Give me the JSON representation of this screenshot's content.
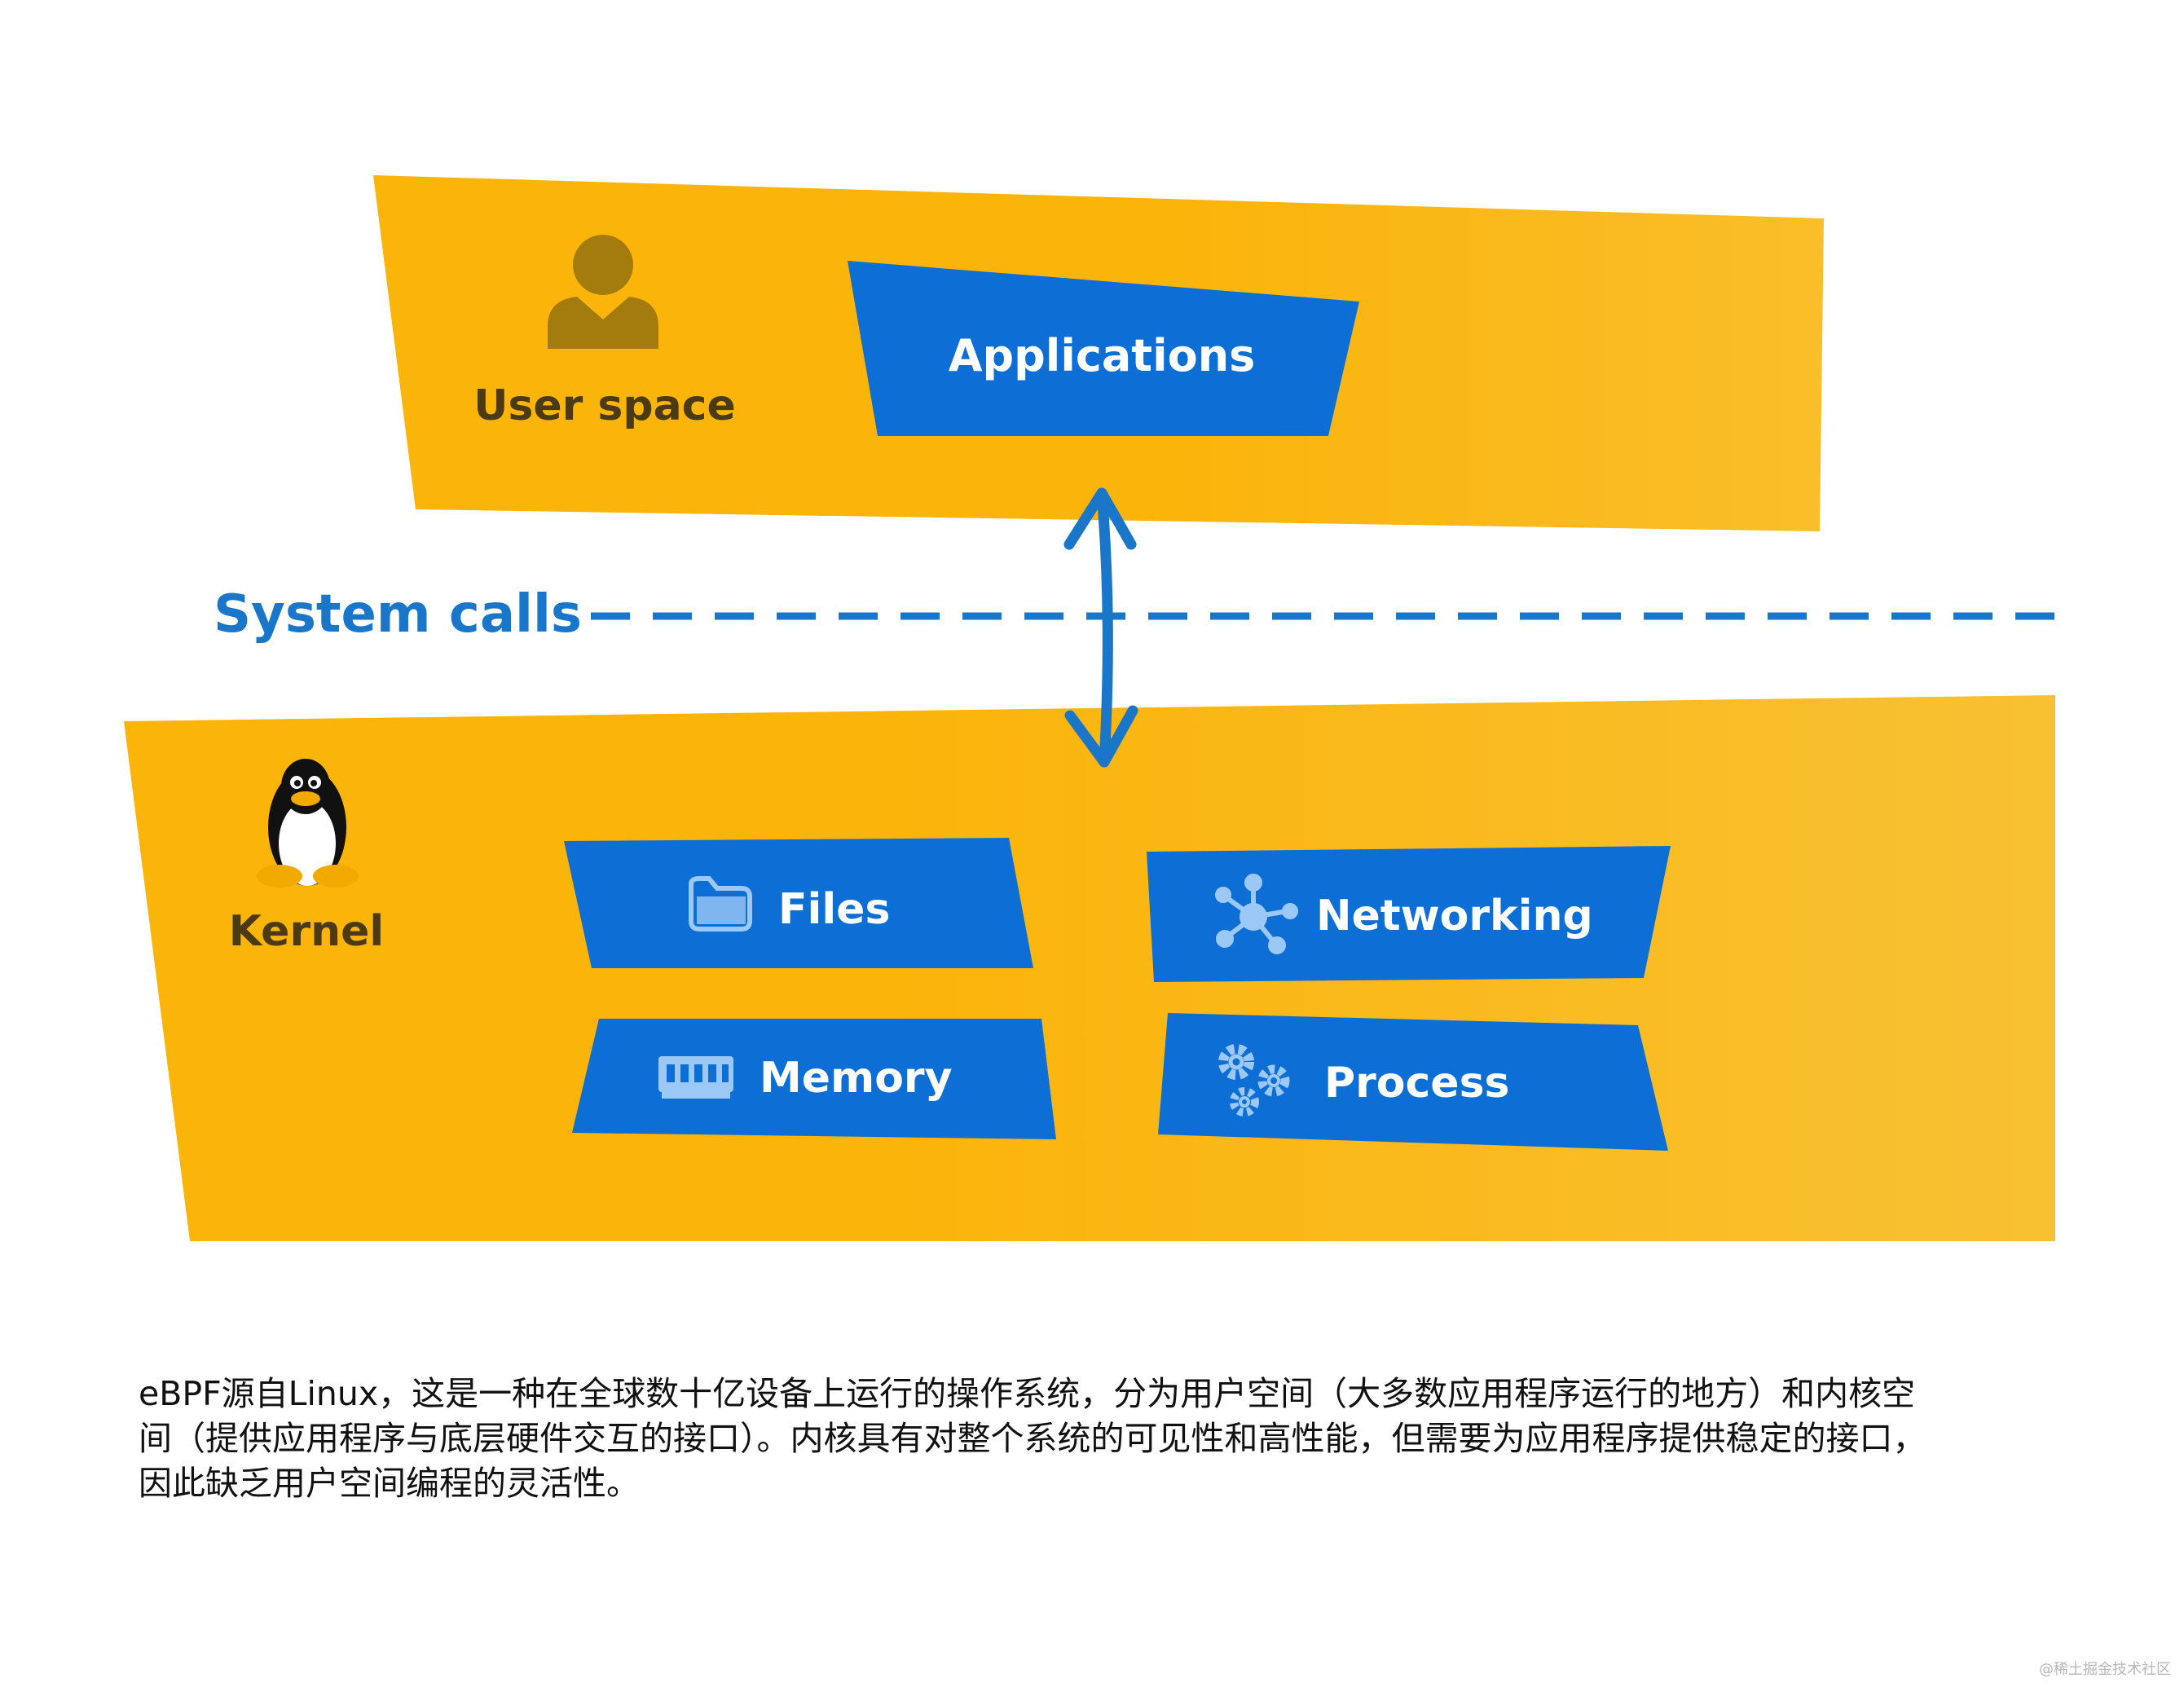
{
  "diagram": {
    "user_space_label": "User space",
    "applications_label": "Applications",
    "system_calls_label": "System calls",
    "kernel_label": "Kernel",
    "boxes": {
      "files": "Files",
      "networking": "Networking",
      "memory": "Memory",
      "process": "Process"
    },
    "colors": {
      "band": "#FBB40A",
      "box": "#0D6FD6",
      "dashed_line": "#1976C9",
      "label_dark": "#4A3B14"
    }
  },
  "caption": {
    "line1": "eBPF源自Linux，这是一种在全球数十亿设备上运行的操作系统，分为用户空间（大多数应用程序运行的地方）和内核空",
    "line2": "间（提供应用程序与底层硬件交互的接口）。内核具有对整个系统的可见性和高性能，但需要为应用程序提供稳定的接口，",
    "line3": "因此缺乏用户空间编程的灵活性。"
  },
  "watermark": "@稀土掘金技术社区"
}
